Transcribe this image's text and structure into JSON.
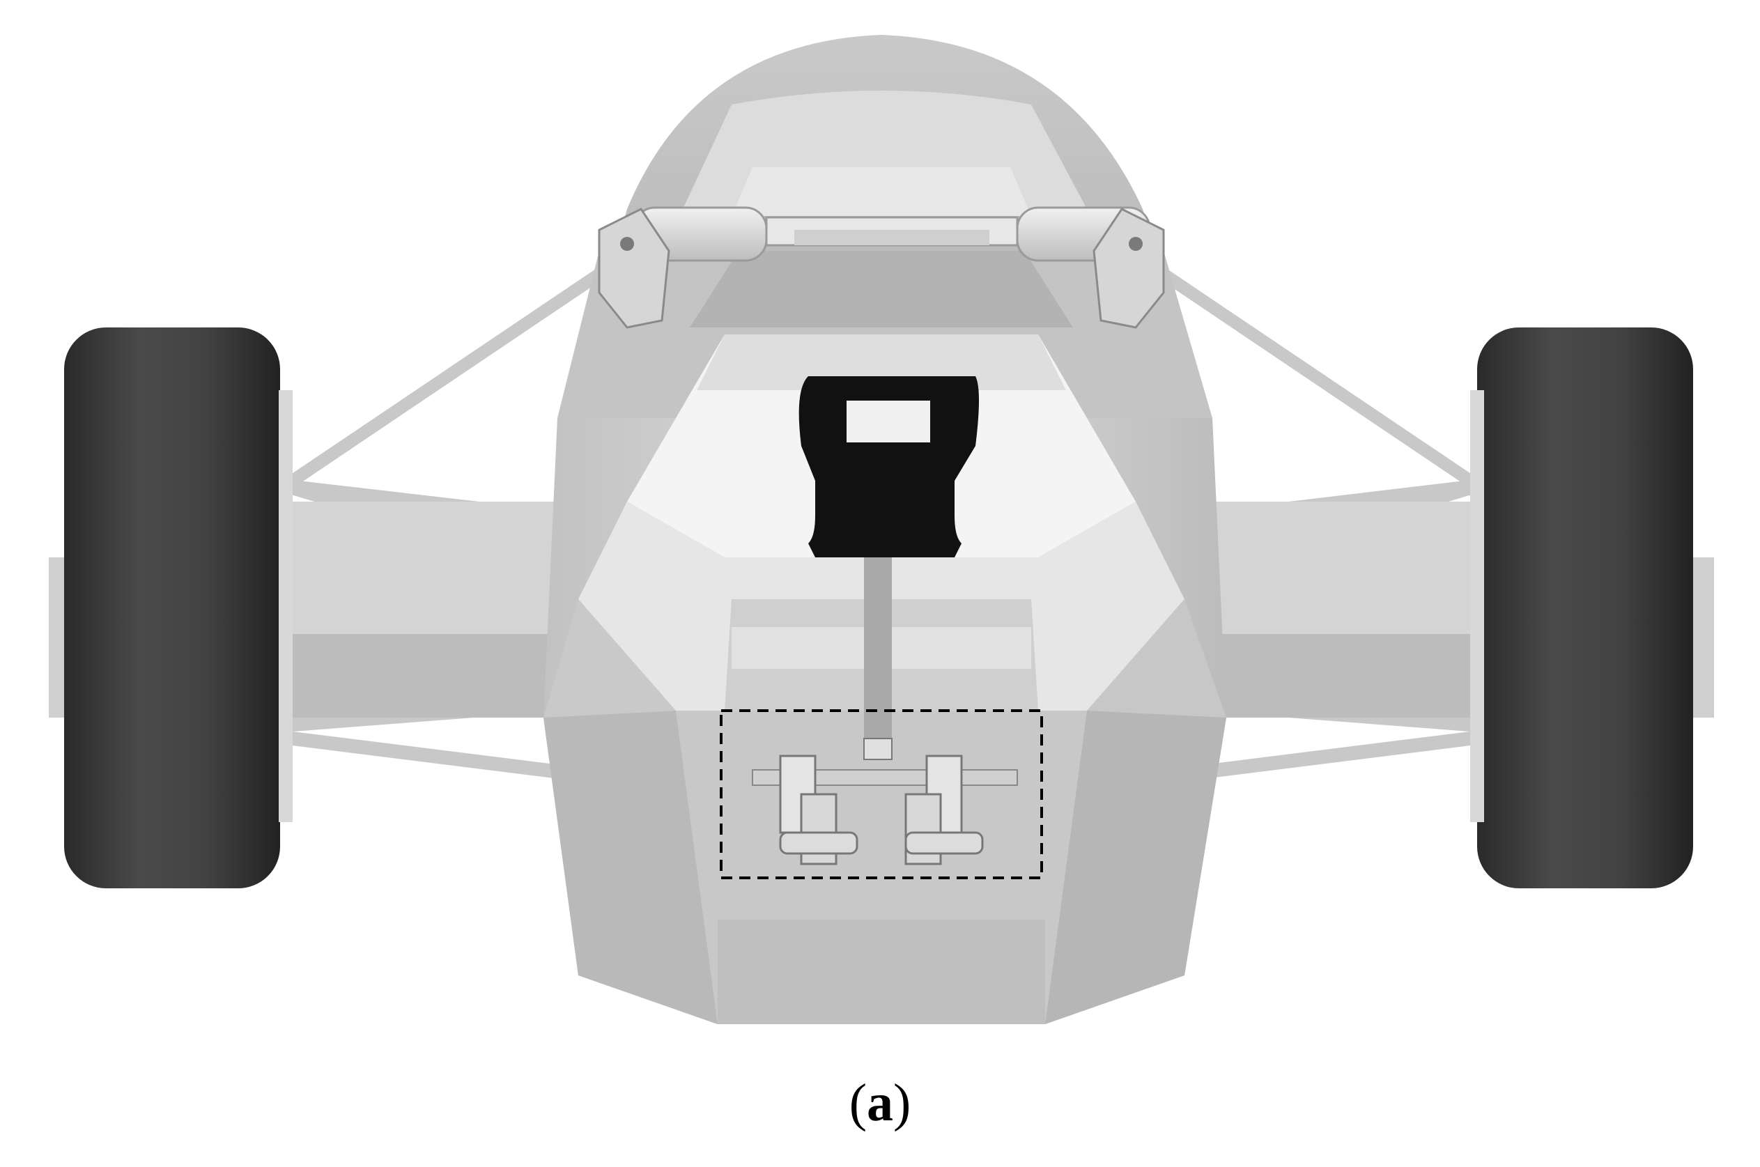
{
  "figure": {
    "caption_open": "(",
    "caption_letter": "a",
    "caption_close": ")",
    "colors": {
      "tire": "#3b3b3b",
      "body_light": "#d6d6d6",
      "body_mid": "#bdbdbd",
      "body_dark": "#a3a3a3",
      "steering_wheel": "#111111",
      "detail_box": "#000000"
    },
    "parts": [
      "tire-left",
      "tire-right",
      "nose-cone",
      "monocoque-body",
      "steering-wheel",
      "steering-column",
      "suspension-arms",
      "pushrod-rockers",
      "pedal-assembly"
    ]
  }
}
